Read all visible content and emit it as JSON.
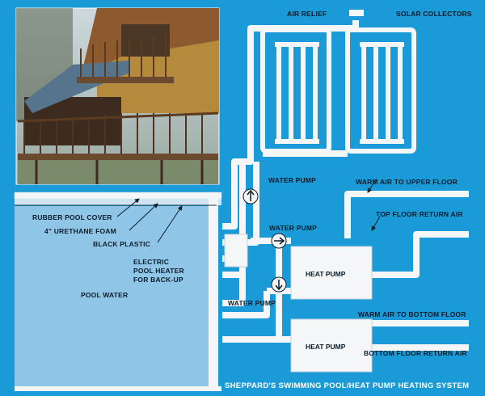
{
  "title": "SHEPPARD'S SWIMMING POOL/HEAT PUMP HEATING SYSTEM",
  "labels": {
    "air_relief": "AIR RELIEF",
    "solar_collectors": "SOLAR COLLECTORS",
    "water_pump_top": "WATER PUMP",
    "water_pump_mid": "WATER PUMP",
    "water_pump_low": "WATER PUMP",
    "warm_air_upper": "WARM AIR TO UPPER FLOOR",
    "top_floor_return": "TOP FLOOR RETURN AIR",
    "rubber_pool_cover": "RUBBER POOL COVER",
    "urethane_foam": "4\" URETHANE FOAM",
    "black_plastic": "BLACK PLASTIC",
    "electric_heater_1": "ELECTRIC",
    "electric_heater_2": "POOL HEATER",
    "electric_heater_3": "FOR BACK-UP",
    "pool_water": "POOL WATER",
    "heat_pump_upper": "HEAT PUMP",
    "heat_pump_lower": "HEAT PUMP",
    "warm_air_bottom": "WARM AIR TO BOTTOM FLOOR",
    "bottom_floor_return": "BOTTOM FLOOR RETURN AIR"
  },
  "colors": {
    "background": "#1a9ad6",
    "pipe": "#f4f6f8",
    "pool": "#8fc6e8",
    "title": "#ffffff",
    "label": "#0b1c2a"
  }
}
